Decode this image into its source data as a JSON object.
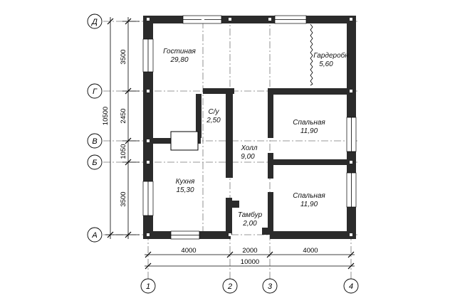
{
  "axes": {
    "rows": [
      "Д",
      "Г",
      "В",
      "Б",
      "А"
    ],
    "cols": [
      "1",
      "2",
      "3",
      "4"
    ]
  },
  "rooms": [
    {
      "name": "Гостиная",
      "area": "29,80"
    },
    {
      "name": "Гардеробн",
      "area": "5,60"
    },
    {
      "name": "С/у",
      "area": "2,50"
    },
    {
      "name": "Спальная",
      "area": "11,90"
    },
    {
      "name": "Холл",
      "area": "9,00"
    },
    {
      "name": "Кухня",
      "area": "15,30"
    },
    {
      "name": "Спальная",
      "area": "11,90"
    },
    {
      "name": "Тамбур",
      "area": "2,00"
    }
  ],
  "dims": {
    "bottom": [
      "4000",
      "2000",
      "4000"
    ],
    "bottom_total": "10000",
    "left": [
      "3500",
      "2450",
      "1050",
      "3500"
    ],
    "left_total": "10500"
  }
}
